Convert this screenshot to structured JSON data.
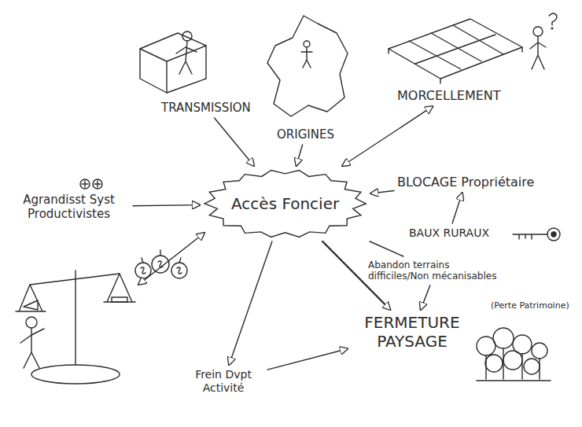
{
  "diagram": {
    "nodes": [
      {
        "text": [
          "TRANSMISSION"
        ]
      },
      {
        "text": [
          "ORIGINES"
        ]
      },
      {
        "text": [
          "MORCELLEMENT"
        ]
      },
      {
        "text": [
          "Agrandisst Syst Productivistes"
        ]
      },
      {
        "text": [
          "Accès Foncier"
        ]
      },
      {
        "text": [
          "BLOCAGE Propriétaire"
        ]
      },
      {
        "text": [
          "BAUX RURAUX"
        ]
      },
      {
        "text": [
          "Abandon terrains difficiles/Non mécanisables"
        ]
      },
      {
        "text": [
          "FERMETURE PAYSAGE"
        ]
      },
      {
        "text": [
          "Frein Dvpt Activité"
        ]
      }
    ],
    "edges": [
      {
        "from": 0,
        "to": 4,
        "arrow": "to"
      },
      {
        "from": 1,
        "to": 4,
        "arrow": "to"
      },
      {
        "from": 2,
        "to": 4,
        "arrow": "both"
      },
      {
        "from": 3,
        "to": 4,
        "arrow": "to"
      },
      {
        "from": 5,
        "to": 4,
        "arrow": "to"
      },
      {
        "from": 6,
        "to": 5,
        "arrow": "to"
      },
      {
        "from": 4,
        "to": 7,
        "arrow": "none"
      },
      {
        "from": 7,
        "to": 8,
        "arrow": "to"
      },
      {
        "from": 4,
        "to": 8,
        "arrow": "to"
      },
      {
        "from": 4,
        "to": 9,
        "arrow": "to"
      },
      {
        "from": 9,
        "to": 8,
        "arrow": "to"
      }
    ],
    "labels": [
      "(Perte Patrimoine)"
    ]
  }
}
